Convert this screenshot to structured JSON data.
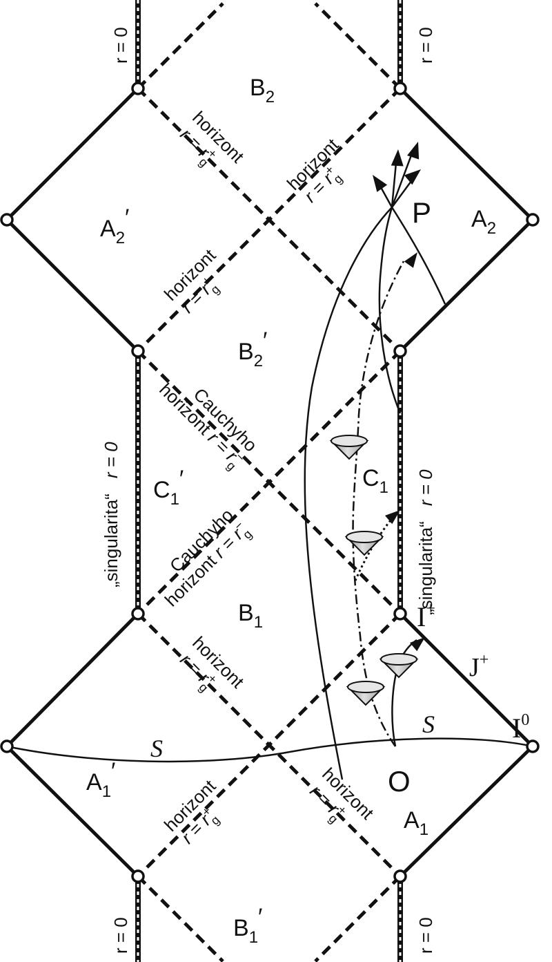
{
  "regions": {
    "B2": [
      "B",
      "2",
      ""
    ],
    "A2p": [
      "A",
      "2",
      "′"
    ],
    "A2": [
      "A",
      "2",
      ""
    ],
    "B2p": [
      "B",
      "2",
      "′"
    ],
    "C1p": [
      "C",
      "1",
      "′"
    ],
    "C1": [
      "C",
      "1",
      ""
    ],
    "B1": [
      "B",
      "1",
      ""
    ],
    "A1p": [
      "A",
      "1",
      "′"
    ],
    "A1": [
      "A",
      "1",
      ""
    ],
    "B1p": [
      "B",
      "1",
      "′"
    ]
  },
  "points": {
    "P": "P",
    "O": "O",
    "I_plus": [
      "I",
      "+"
    ],
    "I_zero": [
      "I",
      "0"
    ],
    "J_plus": [
      "J",
      "+"
    ],
    "S_left": "S",
    "S_right": "S"
  },
  "horizon_word": "horizont",
  "cauchy_word": "Cauchyho",
  "r_symbol": "r",
  "r_g": "r",
  "g_sub": "g",
  "plus_sup": "+",
  "minus_sup": "−",
  "equals": "=",
  "r_zero": "r = 0",
  "singularity_text": "„singularita“",
  "singularity_r": "r = 0",
  "colors": {
    "ink": "#111111",
    "cone_fill": "#bdbdbd",
    "background": "#ffffff"
  }
}
